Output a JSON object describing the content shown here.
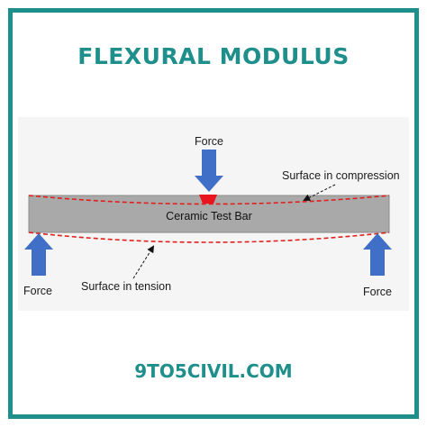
{
  "title": "FLEXURAL MODULUS",
  "website": "9TO5CIVIL.COM",
  "diagram": {
    "bar_label": "Ceramic Test Bar",
    "top_force_label": "Force",
    "left_force_label": "Force",
    "right_force_label": "Force",
    "compression_label": "Surface in compression",
    "tension_label": "Surface in tension"
  },
  "colors": {
    "accent": "#1e8f8b",
    "arrow_fill": "#3f6fc6",
    "curve": "#e02020",
    "bar_fill": "#a9a9a9",
    "contact_point": "#e8141e",
    "panel_bg": "#f5f5f5"
  }
}
